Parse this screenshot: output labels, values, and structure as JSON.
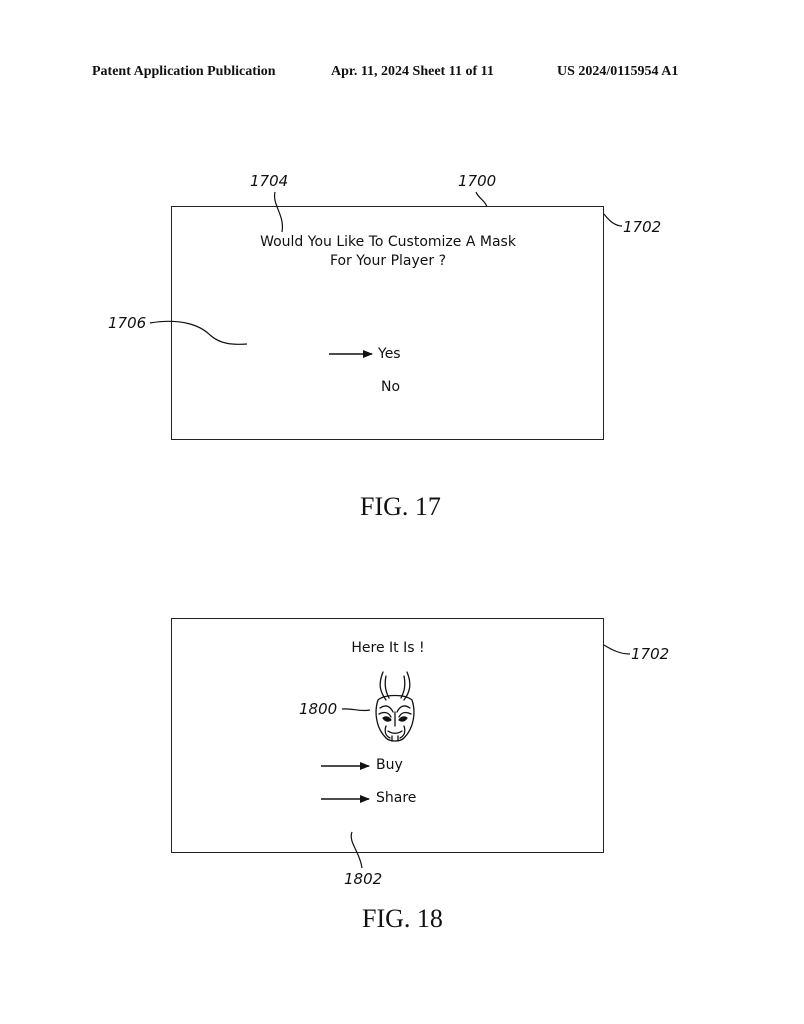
{
  "header": {
    "left": "Patent Application Publication",
    "date_sheet": "Apr. 11, 2024  Sheet 11 of 11",
    "number": "US 2024/0115954 A1"
  },
  "fig17": {
    "ref_device": "1700",
    "ref_screen": "1702",
    "ref_prompt": "1704",
    "ref_selector": "1706",
    "prompt_line1": "Would You Like To Customize A Mask",
    "prompt_line2": "For Your Player ?",
    "option_yes": "Yes",
    "option_no": "No",
    "caption": "FIG. 17"
  },
  "fig18": {
    "ref_screen": "1702",
    "ref_mask": "1800",
    "ref_bottom": "1802",
    "heading": "Here It Is !",
    "option_buy": "Buy",
    "option_share": "Share",
    "caption": "FIG. 18"
  }
}
